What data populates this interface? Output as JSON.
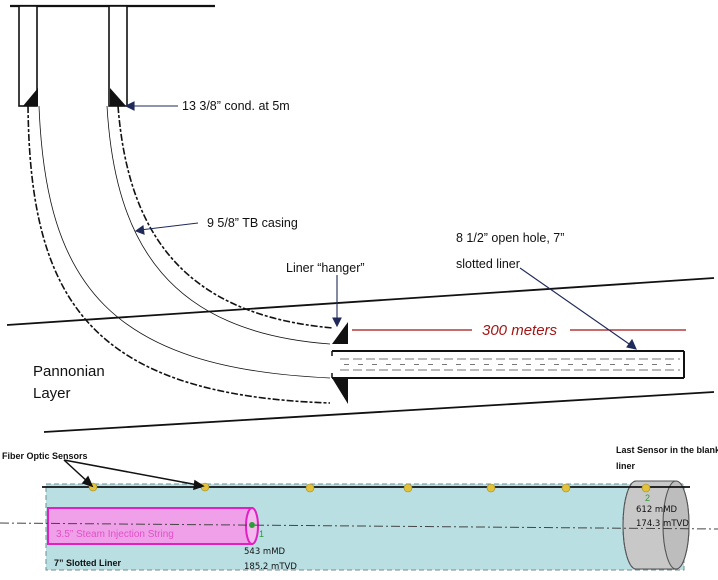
{
  "labels": {
    "conductor": "13 3/8” cond. at 5m",
    "casing": "9 5/8” TB casing",
    "open_hole_line1": "8 1/2” open hole, 7”",
    "open_hole_line2": "slotted liner",
    "liner_hanger": "Liner “hanger”",
    "length": "300 meters",
    "layer_line1": "Pannonian",
    "layer_line2": "Layer",
    "fiber_sensors": "Fiber Optic Sensors",
    "last_sensor_line1": "Last Sensor in the blank",
    "last_sensor_line2": "liner",
    "steam_string": "3.5” Steam Injection String",
    "slotted_liner": "7” Slotted Liner",
    "sensor1_id": "1",
    "sensor1_md": "543 mMD",
    "sensor1_tvd": "185.2 mTVD",
    "sensor2_id": "2",
    "sensor2_md": "612 mMD",
    "sensor2_tvd": "174.3 mTVD"
  },
  "colors": {
    "line": "#111111",
    "arrow": "#1f2a5a",
    "length_red": "#a31515",
    "liner_fill": "#b9dfe3",
    "steam_fill": "#f0a0e8",
    "steam_stroke": "#e020c0",
    "steam_text": "#e050c8",
    "sensor": "#e3c23a",
    "sensor_green": "#2e9b3a",
    "blank_liner": "#c8c8c8"
  }
}
